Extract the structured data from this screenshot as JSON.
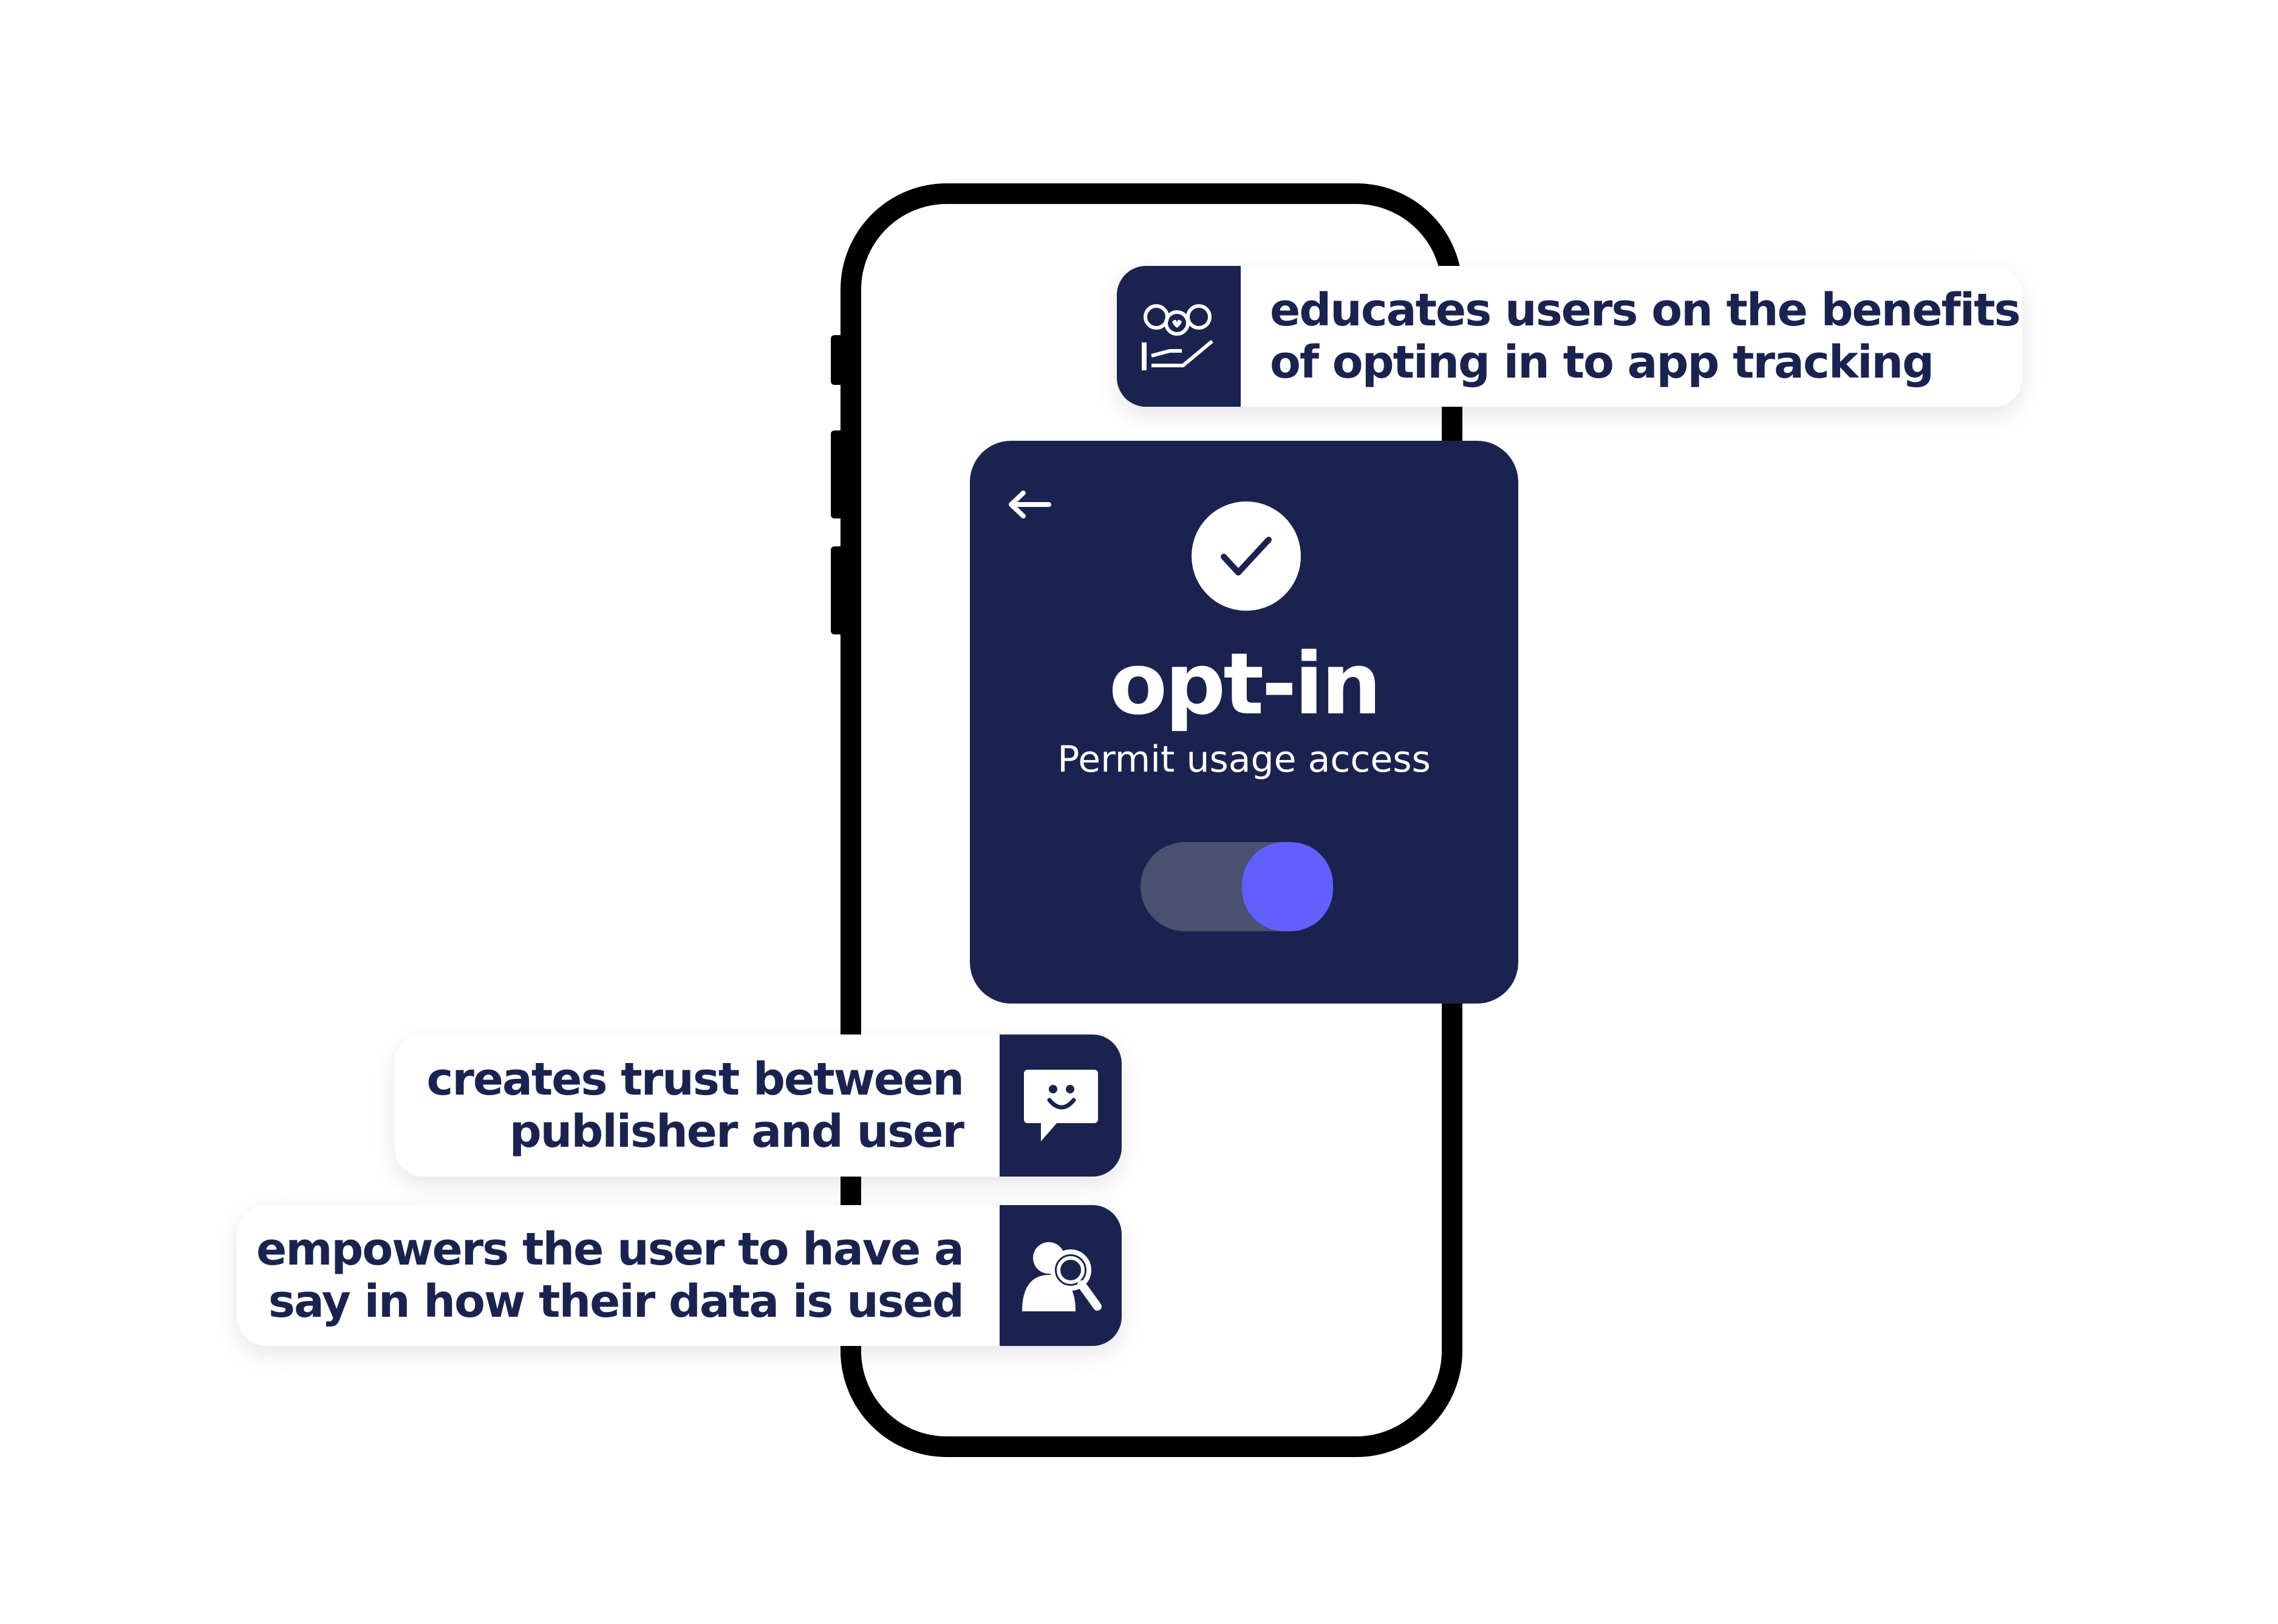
{
  "colors": {
    "navy": "#1a2350",
    "toggle_on": "#6160fd",
    "toggle_track": "#4a5070"
  },
  "benefits": [
    {
      "text_line1": "educates users on the benefits",
      "text_line2": "of opting in to app tracking",
      "icon": "hand-holding-coins-heart-icon"
    },
    {
      "text_line1": "creates trust between",
      "text_line2": "publisher and user",
      "icon": "smiley-chat-bubble-icon"
    },
    {
      "text_line1": "empowers the user to have a",
      "text_line2": "say in how their data is used",
      "icon": "user-magnifier-icon"
    }
  ],
  "dialog": {
    "title": "opt-in",
    "subtitle": "Permit usage access",
    "toggle_on": true,
    "back_icon": "arrow-left-icon",
    "status_icon": "check-circle-icon"
  }
}
